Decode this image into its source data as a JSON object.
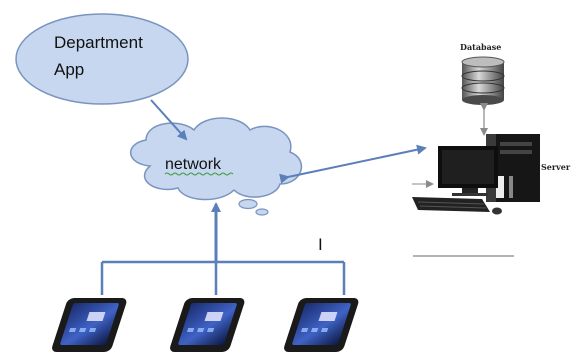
{
  "labels": {
    "app_line1": "Department",
    "app_line2": "App",
    "network": "network",
    "database": "Database",
    "server": "Server",
    "stray_mark": "I"
  },
  "colors": {
    "bubble_fill": "#c6d7ef",
    "bubble_stroke": "#7a94c0",
    "line": "#5b7fb8",
    "arrow_grey": "#8a8a8a"
  },
  "icons": {
    "database": "database-cylinder-icon",
    "server": "server-tower-icon",
    "monitor": "monitor-icon",
    "keyboard": "keyboard-icon",
    "mouse": "mouse-icon",
    "tablet": "tablet-icon"
  },
  "devices": [
    {
      "kind": "tablet"
    },
    {
      "kind": "tablet"
    },
    {
      "kind": "tablet"
    }
  ]
}
